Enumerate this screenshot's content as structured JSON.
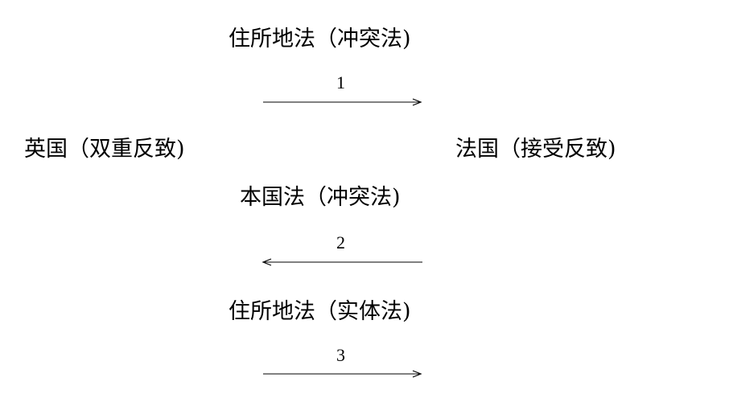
{
  "diagram": {
    "left_node": "英国（双重反致)",
    "right_node": "法国（接受反致)",
    "steps": [
      {
        "number": "1",
        "label": "住所地法（冲突法)",
        "direction": "right"
      },
      {
        "number": "2",
        "label": "本国法（冲突法)",
        "direction": "left"
      },
      {
        "number": "3",
        "label": "住所地法（实体法)",
        "direction": "right"
      }
    ]
  }
}
